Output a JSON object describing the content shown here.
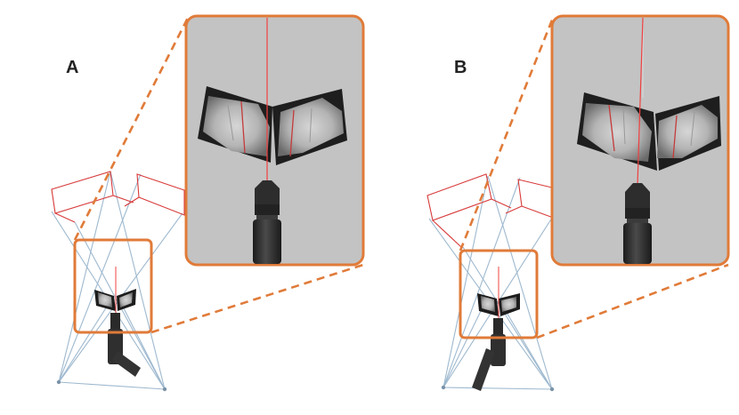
{
  "panels": [
    {
      "label": "A",
      "rotation_deg": 0
    },
    {
      "label": "B",
      "rotation_deg": -8
    }
  ],
  "colors": {
    "highlight_orange": "#E07B39",
    "frame_red": "#D83A3A",
    "ray_blue": "#9EB9CF",
    "laser_red": "#F04040",
    "zoom_background": "#C3C3C3",
    "device_dark": "#2B2B2B"
  }
}
